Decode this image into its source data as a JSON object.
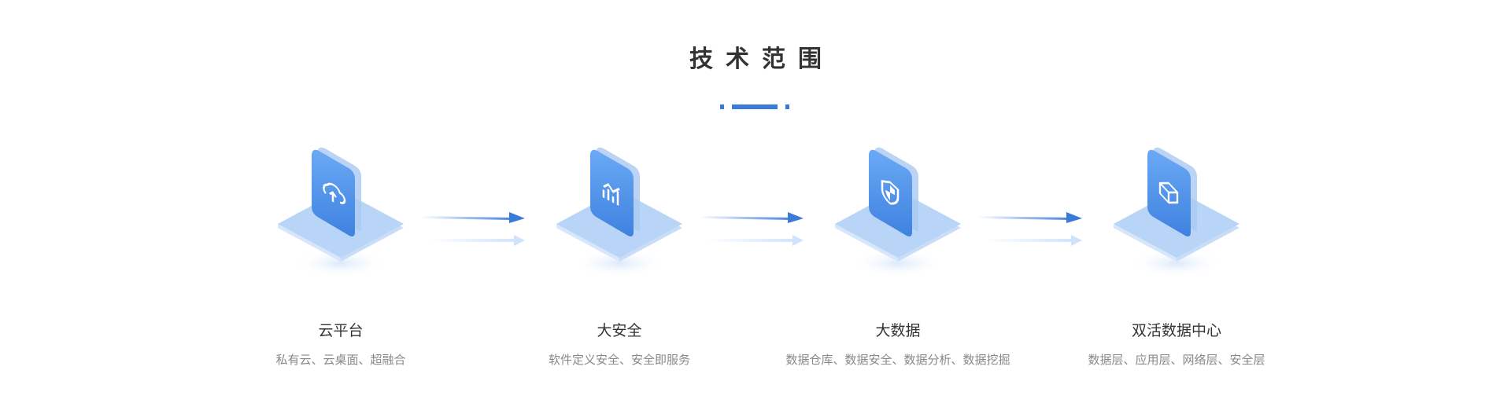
{
  "title": "技术范围",
  "items": [
    {
      "label": "云平台",
      "desc": "私有云、云桌面、超融合",
      "icon": "cloud-upload-icon"
    },
    {
      "label": "大安全",
      "desc": "软件定义安全、安全即服务",
      "icon": "chart-icon"
    },
    {
      "label": "大数据",
      "desc": "数据仓库、数据安全、数据分析、数据挖掘",
      "icon": "shield-icon"
    },
    {
      "label": "双活数据中心",
      "desc": "数据层、应用层、网络层、安全层",
      "icon": "cube-icon"
    }
  ],
  "colors": {
    "accent": "#3a7ad8",
    "card": "#4f8ee8",
    "platform": "#b8d4f7"
  }
}
